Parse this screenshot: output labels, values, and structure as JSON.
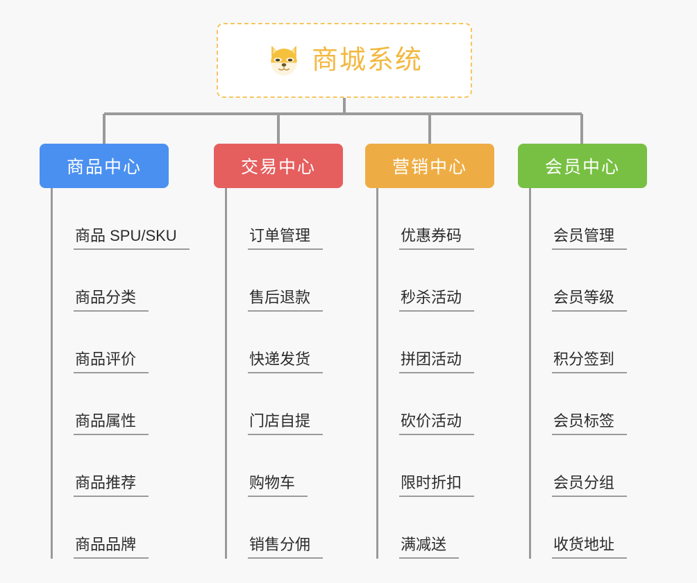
{
  "root": {
    "title": "商城系统",
    "icon": "shiba-dog-icon",
    "border_color": "#f7c560",
    "text_color": "#f3b840"
  },
  "canvas": {
    "background": "#f8f8f8",
    "connector_color": "#9a9a9a"
  },
  "branches": [
    {
      "label": "商品中心",
      "color": "#4a90f0",
      "items": [
        {
          "label": "商品 SPU/SKU"
        },
        {
          "label": "商品分类"
        },
        {
          "label": "商品评价"
        },
        {
          "label": "商品属性"
        },
        {
          "label": "商品推荐"
        },
        {
          "label": "商品品牌"
        }
      ]
    },
    {
      "label": "交易中心",
      "color": "#e55f5f",
      "items": [
        {
          "label": "订单管理"
        },
        {
          "label": "售后退款"
        },
        {
          "label": "快递发货"
        },
        {
          "label": "门店自提"
        },
        {
          "label": "购物车"
        },
        {
          "label": "销售分佣"
        }
      ]
    },
    {
      "label": "营销中心",
      "color": "#eead44",
      "items": [
        {
          "label": "优惠券码"
        },
        {
          "label": "秒杀活动"
        },
        {
          "label": "拼团活动"
        },
        {
          "label": "砍价活动"
        },
        {
          "label": "限时折扣"
        },
        {
          "label": "满减送"
        }
      ]
    },
    {
      "label": "会员中心",
      "color": "#78c043",
      "items": [
        {
          "label": "会员管理"
        },
        {
          "label": "会员等级"
        },
        {
          "label": "积分签到"
        },
        {
          "label": "会员标签"
        },
        {
          "label": "会员分组"
        },
        {
          "label": "收货地址"
        }
      ]
    }
  ]
}
